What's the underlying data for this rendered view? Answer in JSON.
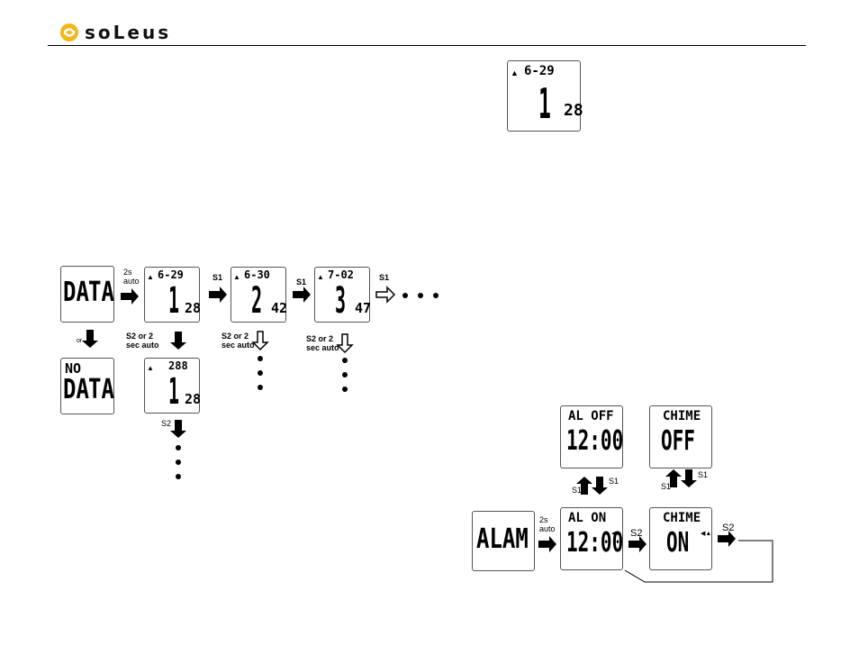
{
  "brand": {
    "name": "soLeus"
  },
  "screens": {
    "top_right": {
      "date": "6-29",
      "num": "1",
      "sub": "28"
    },
    "data": {
      "word1": "DA",
      "word2": "TA"
    },
    "nodata": {
      "l1": "NO",
      "l2": "DA",
      "l3": "TA"
    },
    "rec1": {
      "date": "6-29",
      "num": "1",
      "sub": "28"
    },
    "rec2": {
      "date": "6-30",
      "num": "2",
      "sub": "42"
    },
    "rec3": {
      "date": "7-02",
      "num": "3",
      "sub": "47"
    },
    "rec1_detail": {
      "date": "288",
      "num": "1",
      "sub": "28"
    },
    "alarm": {
      "word": "ALAM"
    },
    "al_on": {
      "top": "AL  ON",
      "time": "12:00"
    },
    "al_off": {
      "top": "AL  OFF",
      "time": "12:00"
    },
    "chime_on": {
      "top": "CHIME",
      "val": "ON"
    },
    "chime_off": {
      "top": "CHIME",
      "val": "OFF"
    }
  },
  "labels": {
    "auto_2s": "2s\nauto",
    "s1": "S1",
    "s2": "S2",
    "or": "or",
    "s2_or_2sec": "S2 or 2\nsec auto"
  }
}
